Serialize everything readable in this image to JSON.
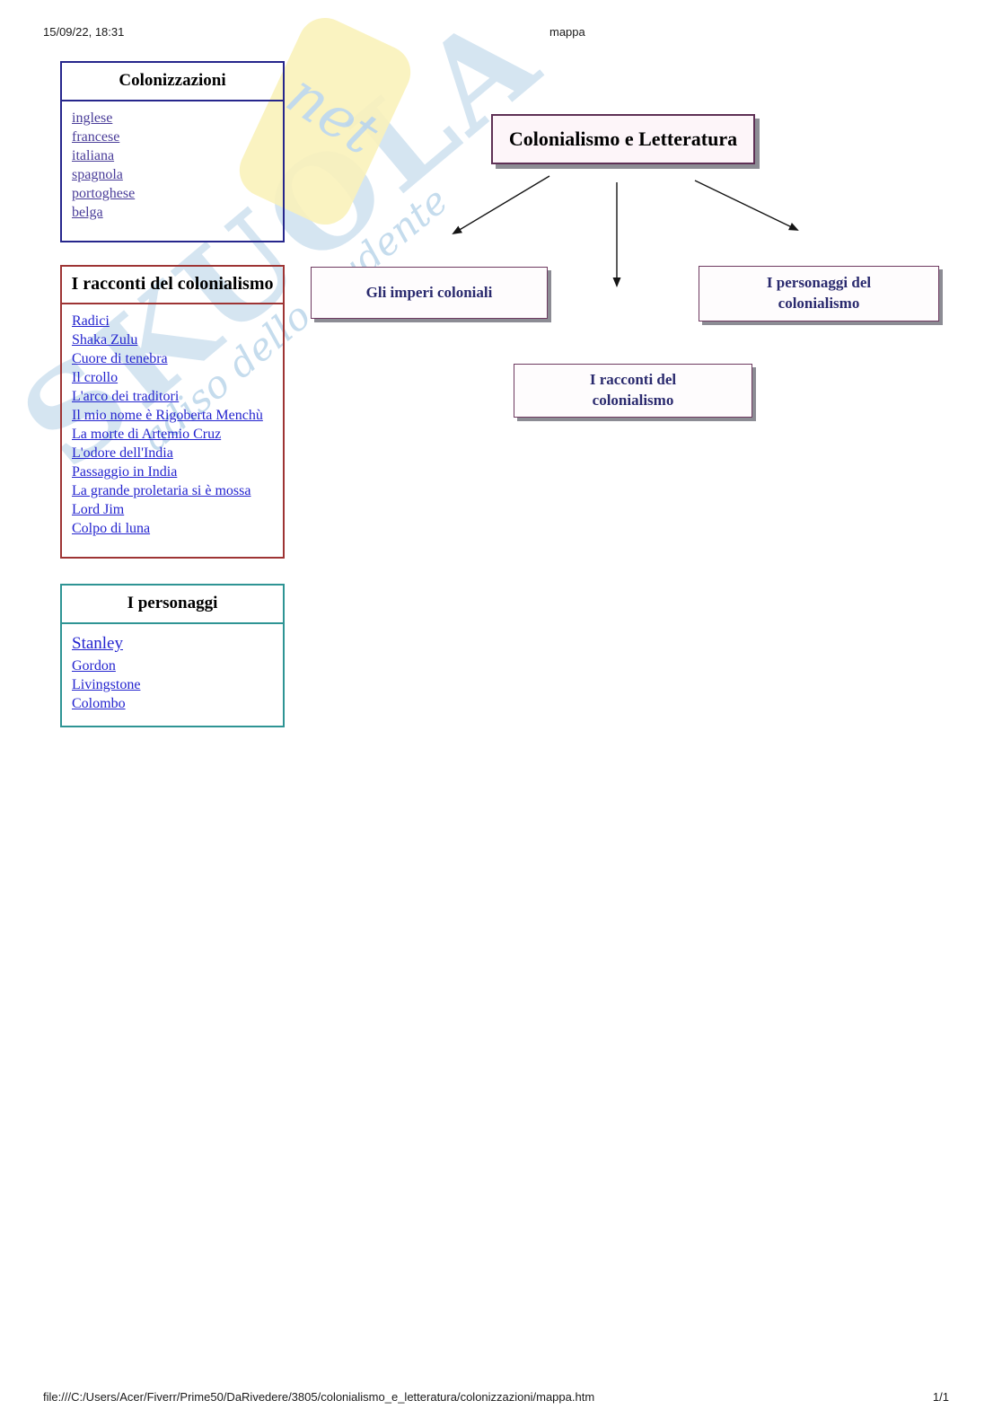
{
  "page": {
    "datetime": "15/09/22, 18:31",
    "doc_title": "mappa",
    "footer_path": "file:///C:/Users/Acer/Fiverr/Prime50/DaRivedere/3805/colonialismo_e_letteratura/colonizzazioni/mappa.htm",
    "page_indicator": "1/1"
  },
  "watermark": {
    "brand_large": "SKUOLA",
    "brand_badge": "net",
    "tagline": "adiso dello studente"
  },
  "colors": {
    "box_navy_border": "#26268c",
    "box_maroon_border": "#9e3434",
    "box_teal_border": "#2e9494",
    "diagram_node_border": "#6e3a60",
    "diagram_root_border": "#5e3055",
    "diagram_node_text": "#2a2a6e",
    "link_blue": "#2424cf",
    "link_violet": "#4a3d99",
    "box_shadow_gray": "#8c8c94",
    "watermark_blue": "#bcd6ea",
    "watermark_yellow": "#faf2bb"
  },
  "boxes": {
    "colonizzazioni": {
      "title": "Colonizzazioni",
      "links": [
        "inglese",
        "francese",
        "italiana",
        "spagnola",
        "portoghese",
        "belga"
      ]
    },
    "racconti": {
      "title": "I racconti del colonialismo",
      "links": [
        "Radici",
        "Shaka Zulu",
        "Cuore di tenebra",
        "Il crollo",
        "L'arco dei traditori",
        "Il mio nome è Rigoberta Menchù",
        "La morte di Artemio Cruz",
        "L'odore dell'India",
        "Passaggio in India",
        "La grande proletaria si è mossa",
        "Lord Jim",
        "Colpo di luna"
      ]
    },
    "personaggi": {
      "title": "I personaggi",
      "links": [
        "Stanley",
        "Gordon",
        "Livingstone",
        "Colombo"
      ]
    }
  },
  "diagram": {
    "root_label": "Colonialismo e Letteratura",
    "node_imperi": "Gli imperi coloniali",
    "node_racconti": "I racconti del colonialismo",
    "node_personaggi": "I personaggi del colonialismo"
  }
}
